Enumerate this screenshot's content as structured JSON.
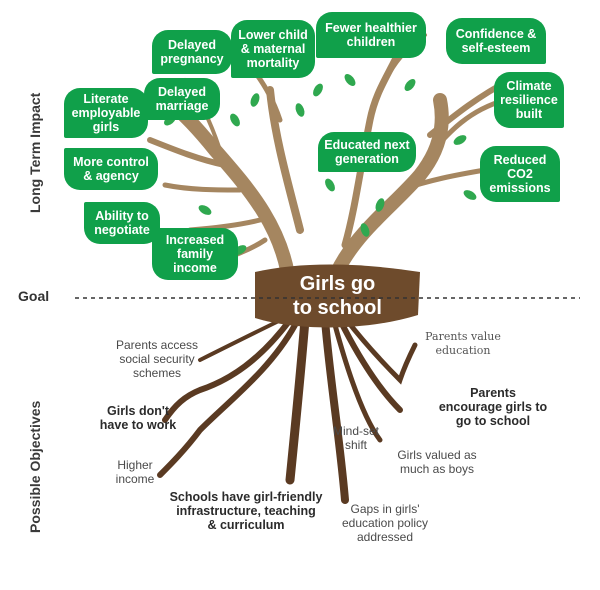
{
  "side_labels": {
    "top": "Long Term Impact",
    "middle": "Goal",
    "bottom": "Possible Objectives"
  },
  "goal": "Girls go\nto school",
  "impacts": [
    "Delayed\npregnancy",
    "Lower child\n& maternal\nmortality",
    "Fewer healthier\nchildren",
    "Confidence &\nself-esteem",
    "Delayed\nmarriage",
    "Literate\nemployable\ngirls",
    "Climate\nresilience\nbuilt",
    "Educated next\ngeneration",
    "More control\n& agency",
    "Reduced\nCO2\nemissions",
    "Ability to\nnegotiate",
    "Increased\nfamily\nincome"
  ],
  "objectives": [
    "Parents access\nsocial security\nschemes",
    "Parents value\neducation",
    "Girls don't\nhave to work",
    "Parents\nencourage girls to\ngo to school",
    "Mind-set\nshift",
    "Higher\nincome",
    "Girls valued as\nmuch as boys",
    "Schools have girl-friendly\ninfrastructure, teaching\n& curriculum",
    "Gaps in girls'\neducation policy\naddressed"
  ],
  "colors": {
    "leaf": "#10a04a",
    "trunk": "#a58660",
    "root": "#5a3a22",
    "sign": "#6e4b2c",
    "text": "#333333"
  }
}
